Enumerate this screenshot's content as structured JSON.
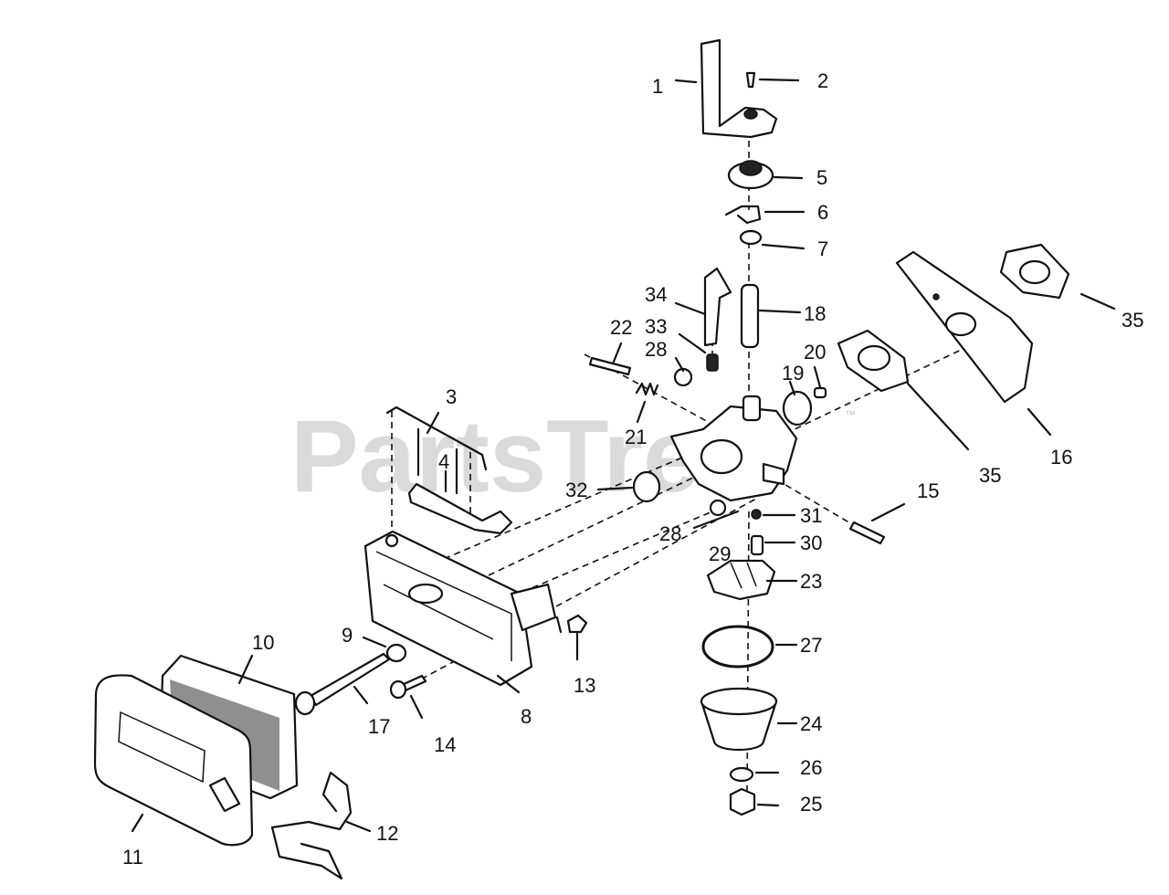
{
  "watermark": {
    "text": "PartsTree",
    "trademark": "™"
  },
  "labels": [
    "1",
    "2",
    "3",
    "4",
    "5",
    "6",
    "7",
    "8",
    "9",
    "10",
    "11",
    "12",
    "13",
    "14",
    "15",
    "16",
    "17",
    "18",
    "19",
    "20",
    "21",
    "22",
    "23",
    "24",
    "25",
    "26",
    "27",
    "28",
    "28",
    "29",
    "30",
    "31",
    "32",
    "33",
    "34",
    "35",
    "35"
  ],
  "colors": {
    "ink": "#111111",
    "paper": "#ffffff",
    "watermark": "#bdbdbd"
  }
}
